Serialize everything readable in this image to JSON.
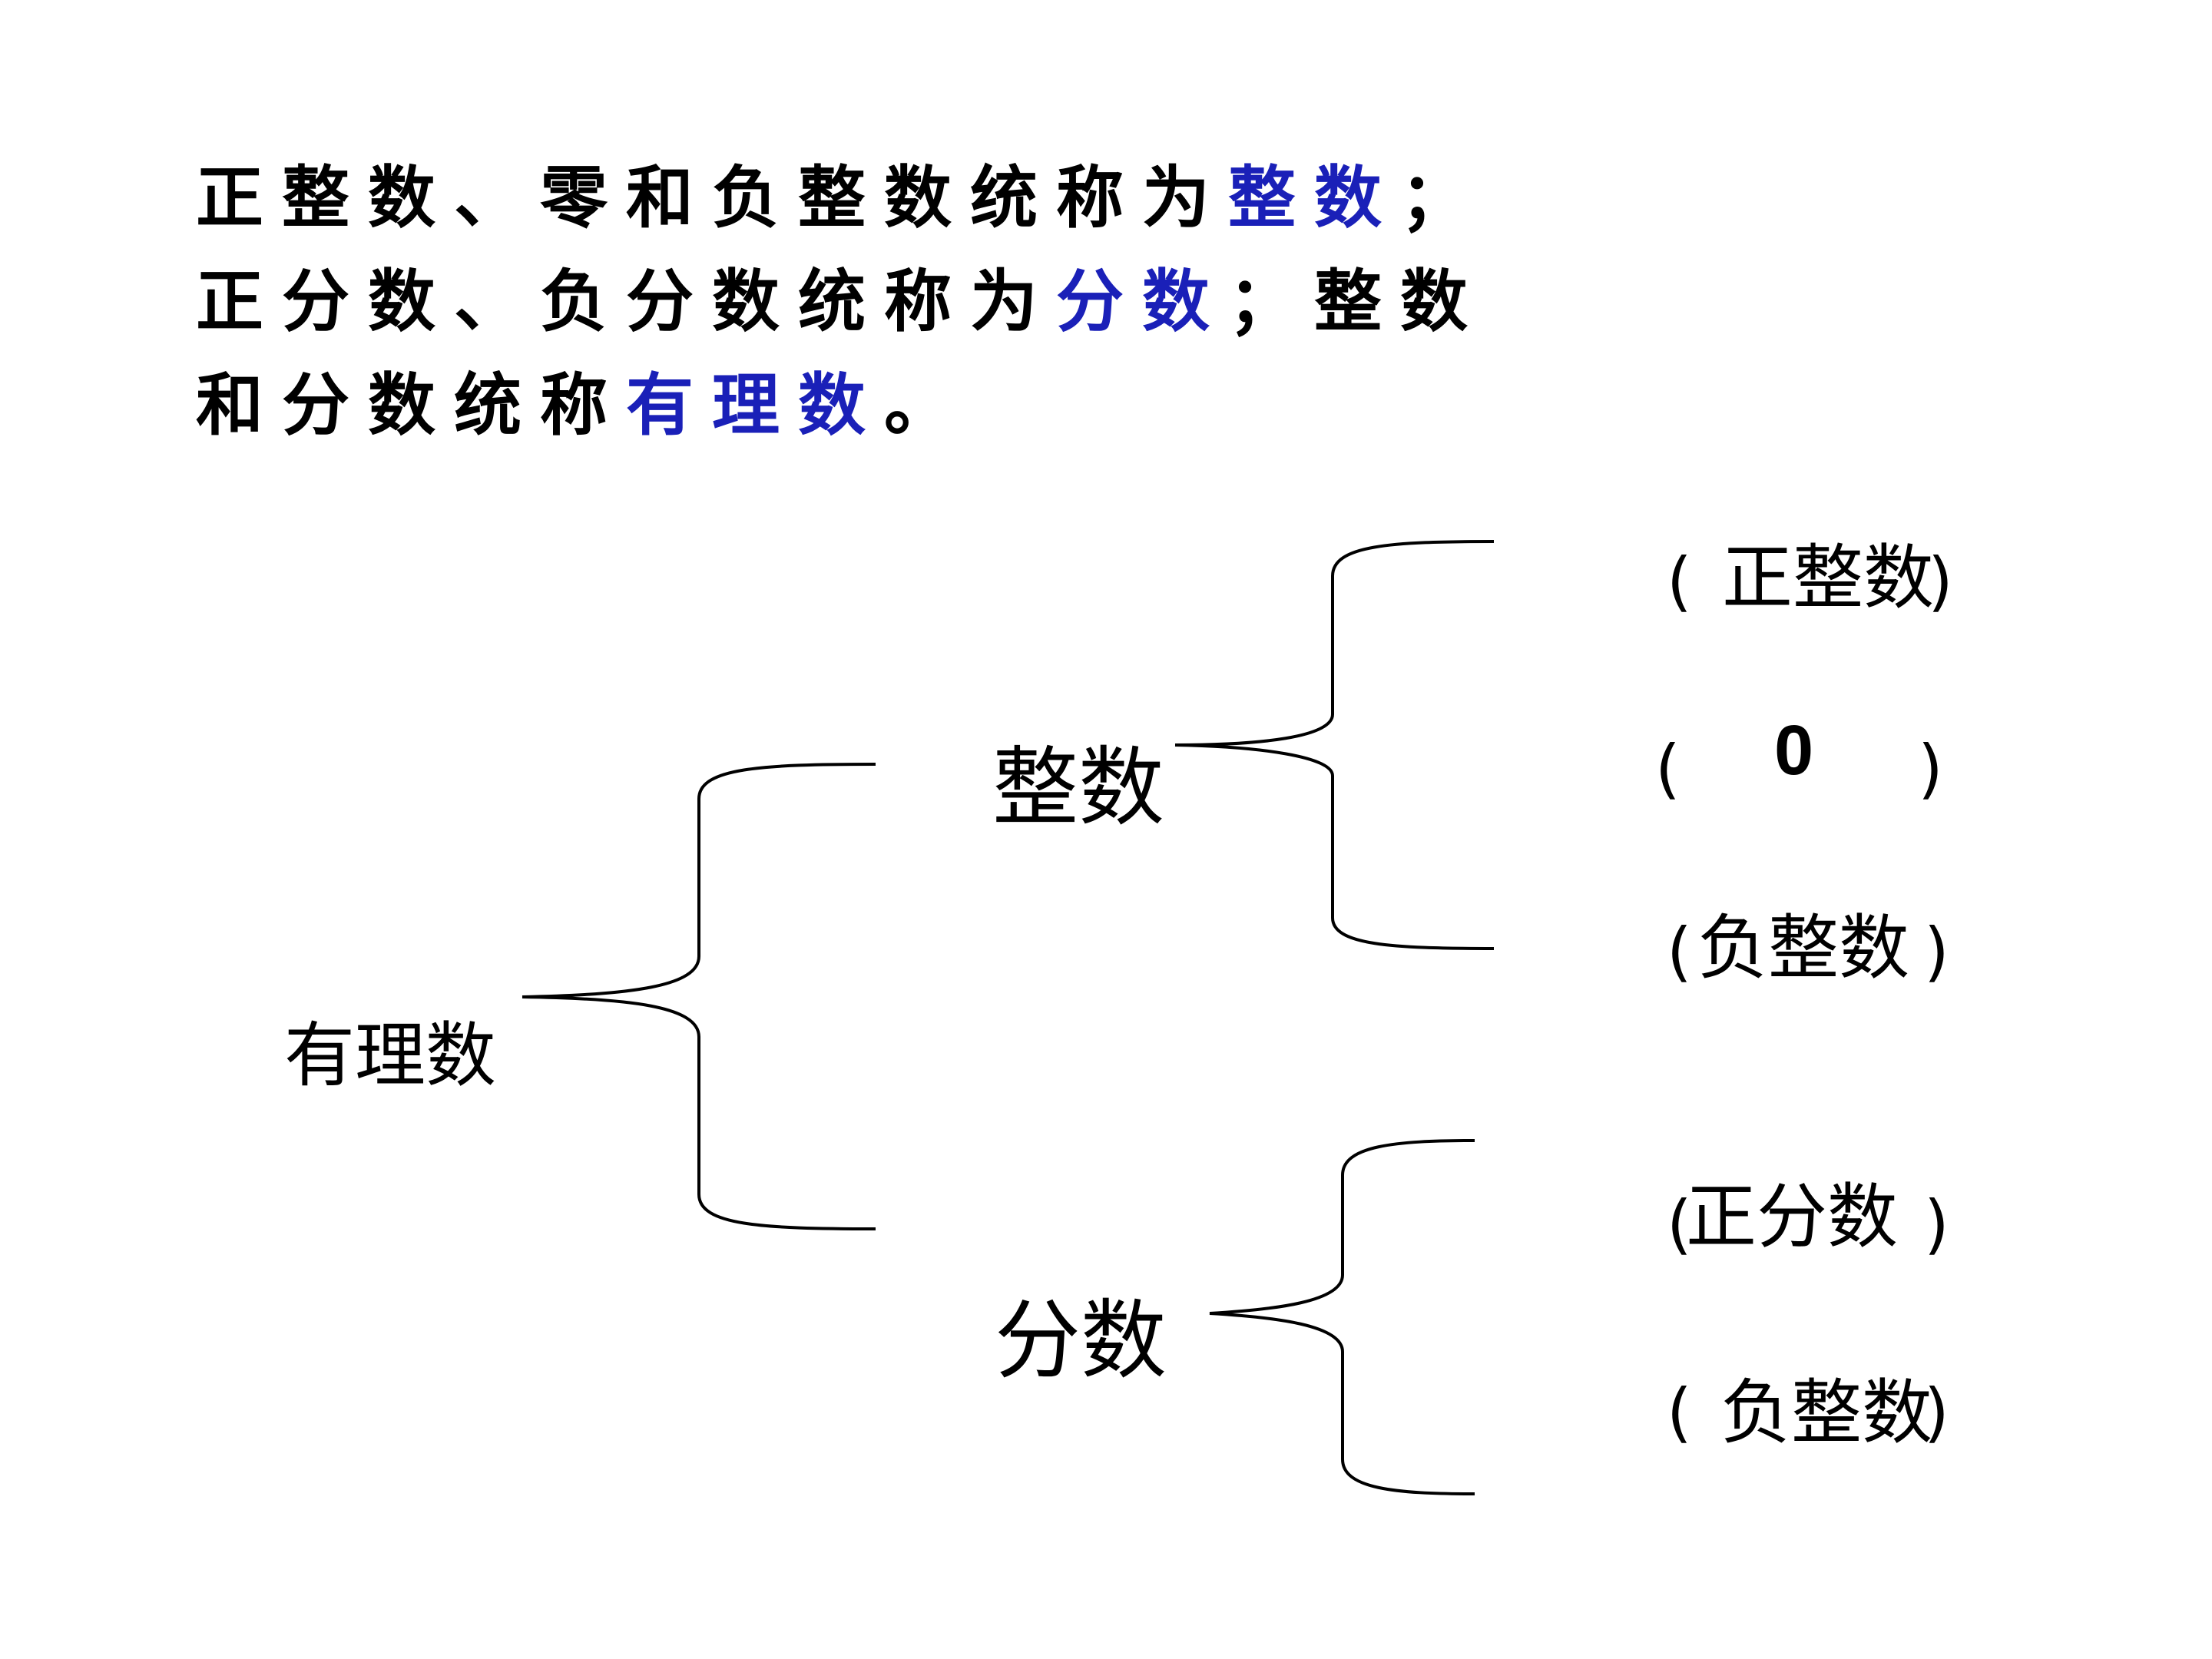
{
  "intro": {
    "line1": {
      "text": "正整数、零和负整数统称为",
      "highlight": "整数",
      "tail": "；"
    },
    "line2": {
      "text": "正分数、负分数统称为",
      "highlight": "分数",
      "tail": "；整数"
    },
    "line3": {
      "text": "和分数统称",
      "highlight": "有理数",
      "tail": "。"
    },
    "highlight_color": "#1a20b8"
  },
  "tree": {
    "root": "有理数",
    "integer": {
      "label": "整数",
      "items": [
        {
          "open": "(",
          "value": "正整数",
          "close": ")"
        },
        {
          "open": "(",
          "value": "0",
          "close": ")"
        },
        {
          "open": "(",
          "value": "负整数",
          "close": ")"
        }
      ]
    },
    "fraction": {
      "label": "分数",
      "items": [
        {
          "open": "(",
          "value": "正分数",
          "close": ")"
        },
        {
          "open": "(",
          "value": "负整数",
          "close": ")"
        }
      ]
    }
  }
}
